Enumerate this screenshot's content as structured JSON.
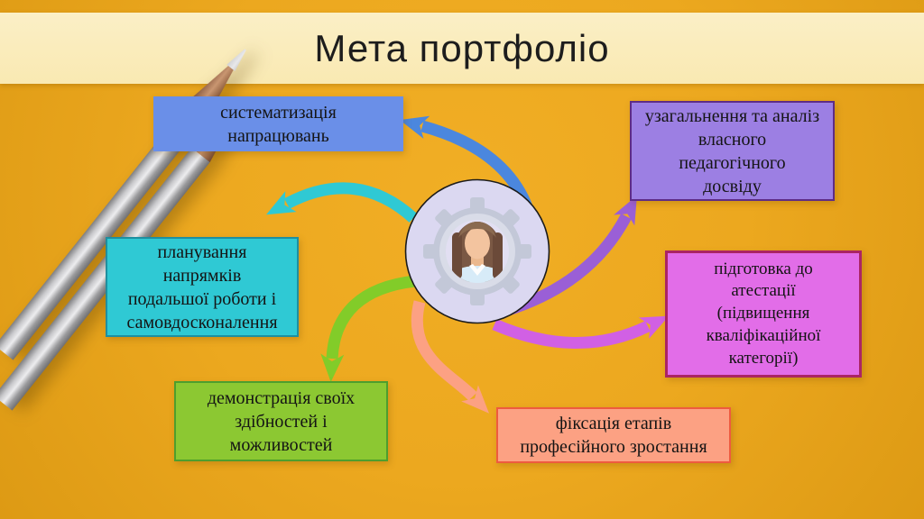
{
  "slide": {
    "title": "Мета портфоліо",
    "background_color": "#ECA81F",
    "banner_color": "#FAECBC"
  },
  "center": {
    "icon": "teacher-avatar-in-gear-icon",
    "circle_fill": "#DBD8F1",
    "gear_color": "#C3C8D8"
  },
  "decor": {
    "pencils": "two-silver-pencils-top-left"
  },
  "boxes": [
    {
      "id": "systematization",
      "label": "систематизація\nнапрацювань",
      "fill": "#6A8FE8",
      "border": "none",
      "arrow_color": "#4B87DE"
    },
    {
      "id": "analysis",
      "label": "узагальнення та аналіз\nвласного\nпедагогічного\nдосвіду",
      "fill": "#9C7FE3",
      "border": "#5E2C86",
      "arrow_color": "#9A5FD6"
    },
    {
      "id": "planning",
      "label": "планування\nнапрямків\nподальшої роботи і\nсамовдосконалення",
      "fill": "#2FC9D4",
      "border": "#1E8FA0",
      "arrow_color": "#2FC9D4"
    },
    {
      "id": "attestation",
      "label": "підготовка до\nатестації\n(підвищення\nкваліфікаційної\nкатегорії)",
      "fill": "#E26DE8",
      "border": "#AB2464",
      "arrow_color": "#D160E4"
    },
    {
      "id": "demonstration",
      "label": "демонстрація своїх\nздібностей і\nможливостей",
      "fill": "#8CC832",
      "border": "#4E9E2E",
      "arrow_color": "#82CC29"
    },
    {
      "id": "fixation",
      "label": "фіксація етапів\nпрофесійного зростання",
      "fill": "#FCA183",
      "border": "#EE5B3F",
      "arrow_color": "#FCA183"
    }
  ]
}
